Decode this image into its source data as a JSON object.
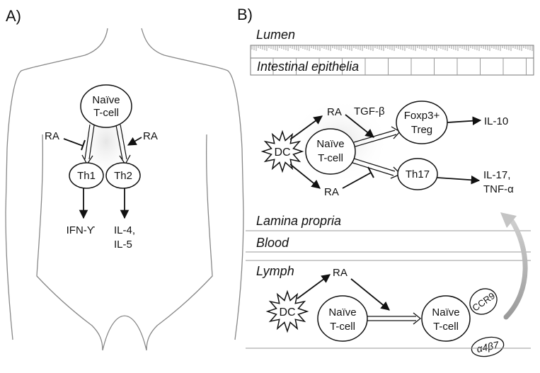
{
  "panel_a": {
    "label": "A)",
    "naive": [
      "Naïve",
      "T-cell"
    ],
    "ra_left": "RA",
    "ra_right": "RA",
    "th1": "Th1",
    "th2": "Th2",
    "th1_output": "IFN-ϒ",
    "th2_output": [
      "IL-4,",
      "IL-5"
    ]
  },
  "panel_b": {
    "label": "B)",
    "lumen": "Lumen",
    "epithelia": "Intestinal epithelia",
    "top": {
      "ra_upper": "RA",
      "tgf": "TGF-β",
      "dc": "DC",
      "naive": [
        "Naïve",
        "T-cell"
      ],
      "treg": [
        "Foxp3+",
        "Treg"
      ],
      "il10": "IL-10",
      "th17": "Th17",
      "il17": [
        "IL-17,",
        "TNF-α"
      ],
      "ra_lower": "RA"
    },
    "lamina": "Lamina propria",
    "blood": "Blood",
    "lymph": "Lymph",
    "bottom": {
      "ra": "RA",
      "dc": "DC",
      "naive_left": [
        "Naïve",
        "T-cell"
      ],
      "naive_right": [
        "Naïve",
        "T-cell"
      ],
      "ccr9": "CCR9",
      "a4b7": "α4β7"
    }
  }
}
